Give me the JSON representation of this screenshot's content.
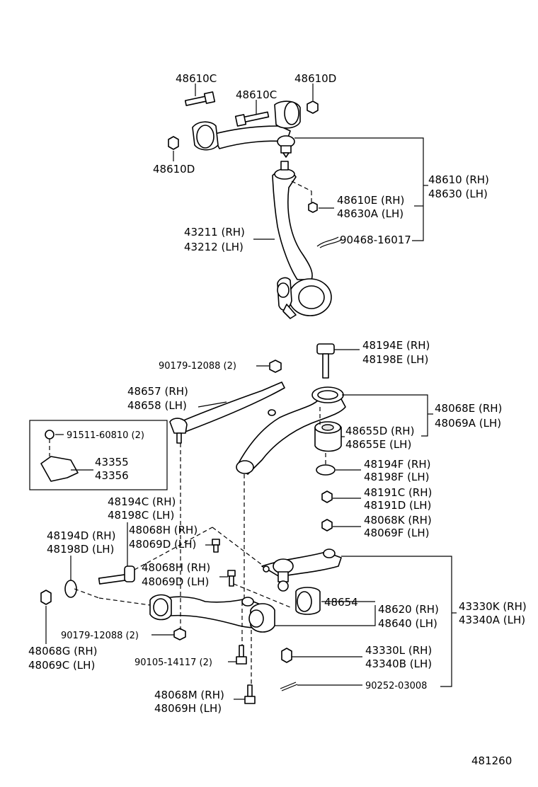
{
  "labels": {
    "p48610c_a": "48610C",
    "p48610c_b": "48610C",
    "p48610d_a": "48610D",
    "p48610d_b": "48610D",
    "p48610_rh": "48610 (RH)",
    "p48630_lh": "48630 (LH)",
    "p48610e_rh": "48610E (RH)",
    "p48630a_lh": "48630A (LH)",
    "p43211_rh": "43211 (RH)",
    "p43212_lh": "43212 (LH)",
    "p90468": "90468-16017",
    "p48194e_rh": "48194E (RH)",
    "p48198e_lh": "48198E (LH)",
    "p90179_a": "90179-12088 (2)",
    "p48657_rh": "48657 (RH)",
    "p48658_lh": "48658 (LH)",
    "p48068e_rh": "48068E (RH)",
    "p48069a_lh": "48069A (LH)",
    "p91511": "91511-60810 (2)",
    "p43355": "43355",
    "p43356": "43356",
    "p48655d_rh": "48655D (RH)",
    "p48655e_lh": "48655E (LH)",
    "p48194f_rh": "48194F (RH)",
    "p48198f_lh": "48198F (LH)",
    "p48191c_rh": "48191C (RH)",
    "p48191d_lh": "48191D (LH)",
    "p48194c_rh": "48194C (RH)",
    "p48198c_lh": "48198C (LH)",
    "p48068k_rh": "48068K (RH)",
    "p48069f_lh": "48069F (LH)",
    "p48194d_rh": "48194D (RH)",
    "p48198d_lh": "48198D (LH)",
    "p48068h_rh_a": "48068H (RH)",
    "p48069d_lh_a": "48069D (LH)",
    "p48068h_rh_b": "48068H (RH)",
    "p48069d_lh_b": "48069D (LH)",
    "p48654": "48654",
    "p48620_rh": "48620 (RH)",
    "p48640_lh": "48640 (LH)",
    "p43330k_rh": "43330K (RH)",
    "p43340a_lh": "43340A (LH)",
    "p90179_b": "90179-12088 (2)",
    "p48068g_rh": "48068G (RH)",
    "p48069c_lh": "48069C (LH)",
    "p90105": "90105-14117 (2)",
    "p43330l_rh": "43330L (RH)",
    "p43340b_lh": "43340B (LH)",
    "p48068m_rh": "48068M (RH)",
    "p48069h_lh": "48069H (LH)",
    "p90252": "90252-03008",
    "illustration_no": "481260"
  }
}
